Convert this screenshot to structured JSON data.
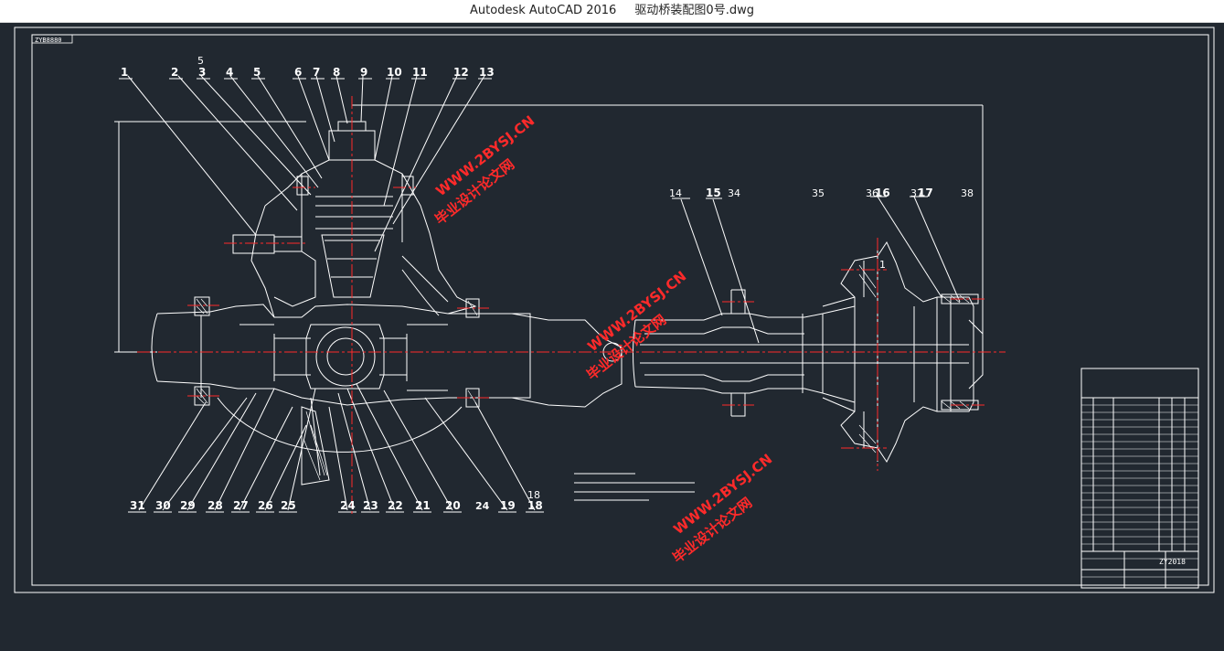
{
  "window": {
    "app_title": "Autodesk AutoCAD 2016",
    "file_name": "驱动桥装配图0号.dwg"
  },
  "drawing": {
    "corner_tag": "ZYB8880",
    "part_numbers_top": [
      "1",
      "2",
      "3",
      "4",
      "5",
      "6",
      "7",
      "8",
      "9",
      "10",
      "11",
      "12",
      "13"
    ],
    "part_numbers_bottom": [
      "31",
      "30",
      "29",
      "28",
      "27",
      "26",
      "25",
      "24",
      "23",
      "22",
      "21",
      "20",
      "24",
      "19",
      "18"
    ],
    "part_numbers_right": [
      "14",
      "15",
      "34",
      "35",
      "16",
      "36",
      "17",
      "37",
      "38"
    ],
    "extra_labels": [
      "5",
      "18",
      "1"
    ],
    "title_block_code": "ZY2018"
  },
  "watermarks": [
    {
      "line1": "WWW.2BYSJ.CN",
      "line2": "毕业设计论文网"
    },
    {
      "line1": "WWW.2BYSJ.CN",
      "line2": "毕业设计论文网"
    },
    {
      "line1": "WWW.2BYSJ.CN",
      "line2": "毕业设计论文网"
    }
  ],
  "colors": {
    "canvas_bg": "#212830",
    "line_white": "#ffffff",
    "centerline_red": "#ff2a2a",
    "watermark_red": "#ff2a2a"
  }
}
